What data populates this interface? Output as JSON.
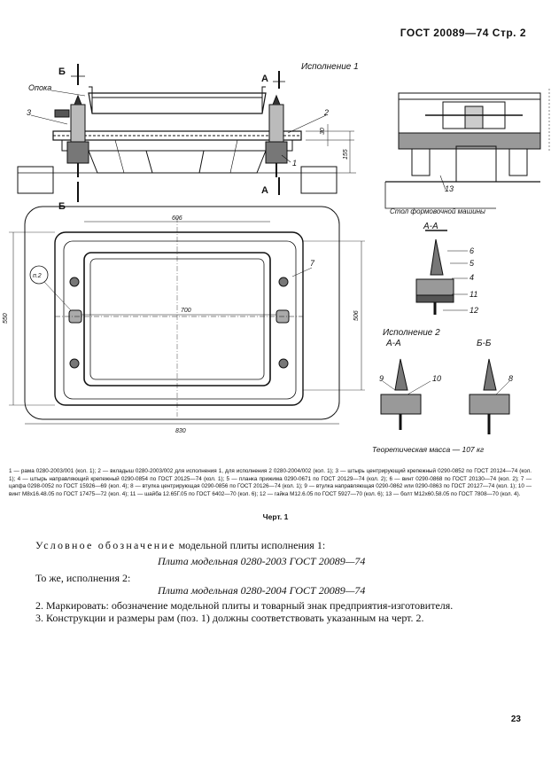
{
  "header": {
    "title": "ГОСТ 20089—74 Стр. 2"
  },
  "figure": {
    "ispolnenie1": "Исполнение 1",
    "ispolnenie2": "Исполнение 2",
    "opoka": "Опока",
    "section_b_top": "Б",
    "section_b_bottom": "Б",
    "section_a_top": "А",
    "section_a_bottom": "А",
    "section_aa": "А-А",
    "section_aa2": "А-А",
    "section_bb": "Б-Б",
    "stol": "Стол формовочной машины",
    "dims": {
      "d606": "606",
      "d700": "700",
      "d830": "830",
      "d550": "550",
      "d506": "506",
      "d155": "155",
      "d30": "30"
    },
    "callouts": {
      "c1": "1",
      "c2": "2",
      "c3": "3",
      "c4": "4",
      "c5": "5",
      "c6": "6",
      "c7": "7",
      "c8": "8",
      "c9": "9",
      "c10": "10",
      "c11": "11",
      "c12": "12",
      "c13": "13",
      "p2": "п.2"
    }
  },
  "mass": "Теоретическая масса — 107 кг",
  "legend": "1 — рама 0280-2003/001 (кол. 1); 2 — вкладыш 0280-2003/002 для исполнения 1, для исполнения 2 0280-2004/002 (кол. 1); 3 — штырь центрирующий крепежный 0290-0852 по ГОСТ 20124—74 (кол. 1); 4 — штырь направляющий крепежный 0290-0854 по ГОСТ 20125—74 (кол. 1); 5 — планка прижима 0290-0671 по ГОСТ 20129—74 (кол. 2); 6 — винт 0290-0868 по ГОСТ 20130—74 (кол. 2); 7 — цапфа 0298-0052 по ГОСТ 15926—69 (кол. 4); 8 — втулка центрирующая 0290-0856 по ГОСТ 20126—74 (кол. 1); 9 — втулка направляющая 0290-0862 или 0290-0863 по ГОСТ 20127—74 (кол. 1); 10 — винт М8х16.48.05 по ГОСТ 17475—72 (кол. 4); 11 — шайба 12.65Г.05 по ГОСТ 6402—70 (кол. 6); 12 — гайка М12.6.05 по ГОСТ 5927—70 (кол. 6); 13 — болт М12х60.58.05 по ГОСТ 7808—70 (кол. 4).",
  "chert": "Черт. 1",
  "text": {
    "line1_spaced": "Условное обозначение",
    "line1_rest": " модельной плиты исполнения 1:",
    "line2": "Плита модельная 0280-2003 ГОСТ 20089—74",
    "line3": "То же, исполнения 2:",
    "line4": "Плита модельная 0280-2004 ГОСТ 20089—74",
    "line5": "2. Маркировать: обозначение модельной плиты и товарный знак предприятия-изготовителя.",
    "line6": "3. Конструкции и размеры рам (поз. 1) должны соответствовать указанным на черт. 2."
  },
  "page_number": "23"
}
